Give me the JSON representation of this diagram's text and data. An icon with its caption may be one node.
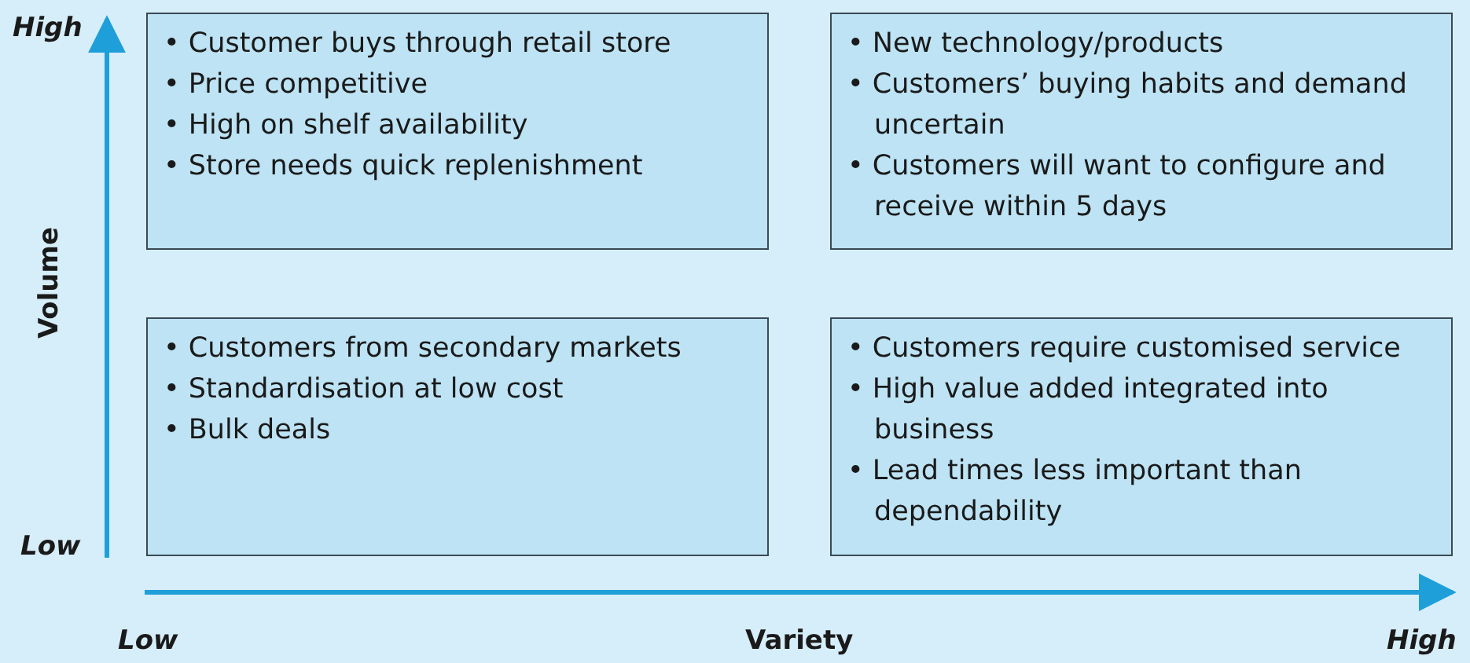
{
  "diagram": {
    "nodes": [
      {
        "text": [
          "• Customer buys through retail store",
          "• Price competitive",
          "• High on shelf availability",
          "• Store needs quick replenishment"
        ]
      },
      {
        "text": [
          "• New technology/products",
          "• Customers’ buying habits and demand uncertain",
          "• Customers will want to configure and receive within 5 days"
        ]
      },
      {
        "text": [
          "• Customers from secondary markets",
          "• Standardisation at low cost",
          "• Bulk deals"
        ]
      },
      {
        "text": [
          "• Customers require customised service",
          "• High value added integrated into business",
          "• Lead times less important than dependability"
        ]
      }
    ],
    "labels": [
      "High",
      "Volume",
      "Low",
      "Low",
      "Variety",
      "High"
    ]
  }
}
